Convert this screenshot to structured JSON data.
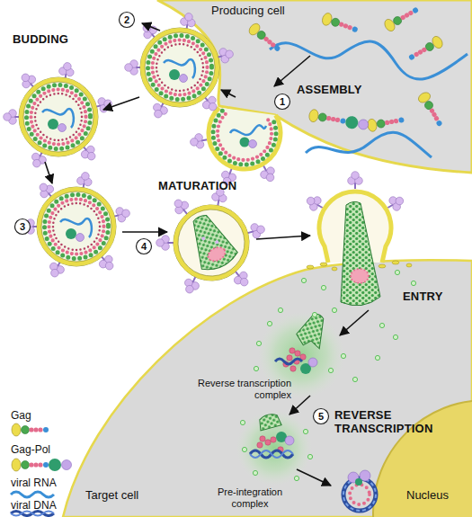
{
  "diagram": {
    "nodes": [
      {
        "text": [
          "Producing cell"
        ]
      },
      {
        "text": [
          "Target cell"
        ]
      },
      {
        "text": [
          "Nucleus"
        ],
        "in": 1
      }
    ],
    "labels": [
      "ASSEMBLY",
      "1",
      "2",
      "BUDDING",
      "3",
      "MATURATION",
      "4",
      "ENTRY",
      "Reverse transcription complex",
      "5",
      "REVERSE TRANSCRIPTION",
      "Pre-integration complex"
    ],
    "legend": [
      {
        "text": "Gag"
      },
      {
        "text": "Gag-Pol"
      },
      {
        "text": "viral RNA"
      },
      {
        "text": "viral DNA"
      }
    ]
  }
}
